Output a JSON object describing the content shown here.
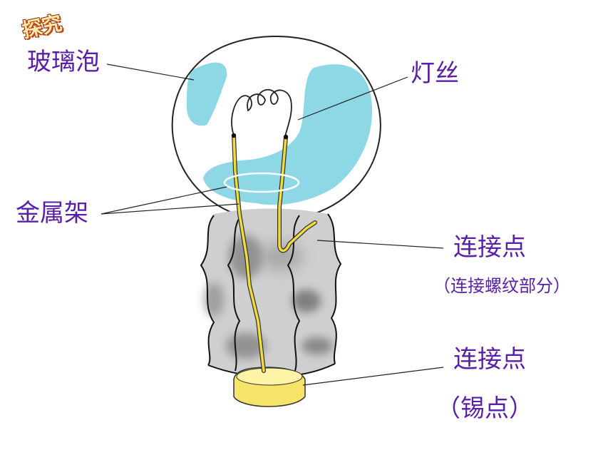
{
  "badge": {
    "text": "探究"
  },
  "labels": {
    "glass_bulb": "玻璃泡",
    "filament": "灯丝",
    "metal_frame": "金属架",
    "contact_point_1": "连接点",
    "contact_point_1_note": "（连接螺纹部分）",
    "contact_point_2": "连接点",
    "contact_point_2_note": "（锡点）"
  },
  "colors": {
    "label_text": "#5a1ea8",
    "highlight": "#8ed8e6",
    "wire": "#f0dc3c",
    "solder": "#f6e36a",
    "base_shadow": "#8c8c8c"
  }
}
